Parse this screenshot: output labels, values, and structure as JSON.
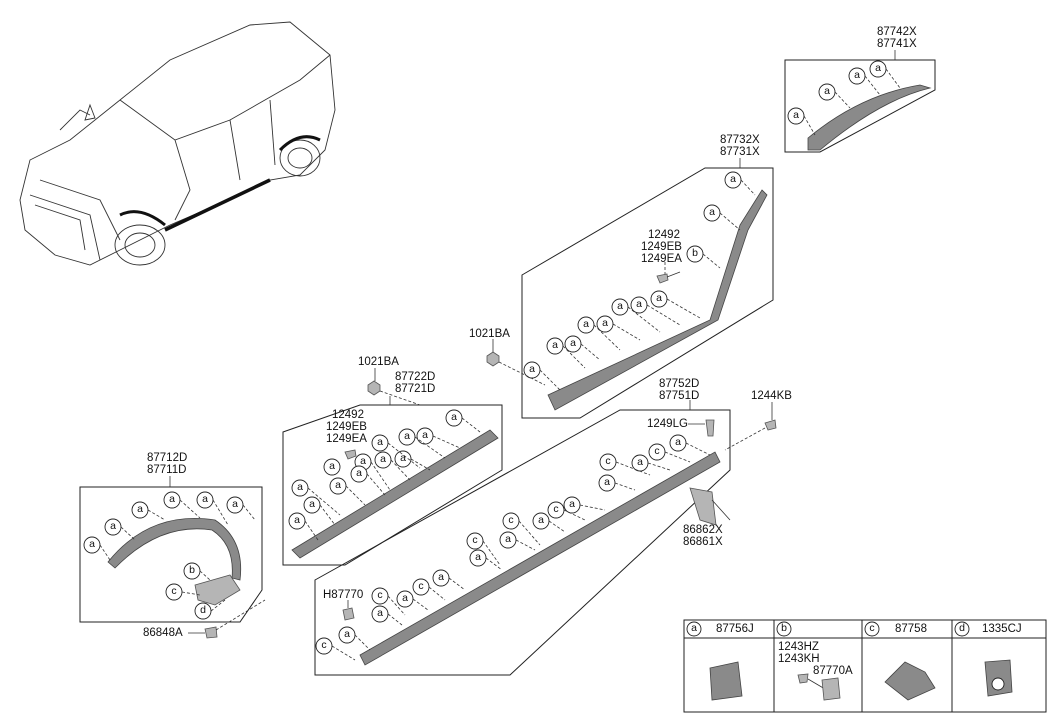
{
  "labels": {
    "p87742": "87742X",
    "p87741": "87741X",
    "p87732": "87732X",
    "p87731": "87731X",
    "p12492_top": "12492",
    "p1249EB_top": "1249EB",
    "p1249EA_top": "1249EA",
    "p1021BA_right": "1021BA",
    "p1021BA_left": "1021BA",
    "p87722": "87722D",
    "p87721": "87721D",
    "p12492_mid": "12492",
    "p1249EB_mid": "1249EB",
    "p1249EA_mid": "1249EA",
    "p87752": "87752D",
    "p87751": "87751D",
    "p1244KB": "1244KB",
    "p1249LG": "1249LG",
    "p87712": "87712D",
    "p87711": "87711D",
    "p86862": "86862X",
    "p86861": "86861X",
    "pH87770": "H87770",
    "p86848": "86848A"
  },
  "legend": {
    "a": {
      "letter": "a",
      "part": "87756J"
    },
    "b": {
      "letter": "b",
      "part1": "1243HZ",
      "part2": "1243KH",
      "part3": "87770A"
    },
    "c": {
      "letter": "c",
      "part": "87758"
    },
    "d": {
      "letter": "d",
      "part": "1335CJ"
    }
  },
  "callout_letters": {
    "a": "a",
    "b": "b",
    "c": "c",
    "d": "d"
  }
}
